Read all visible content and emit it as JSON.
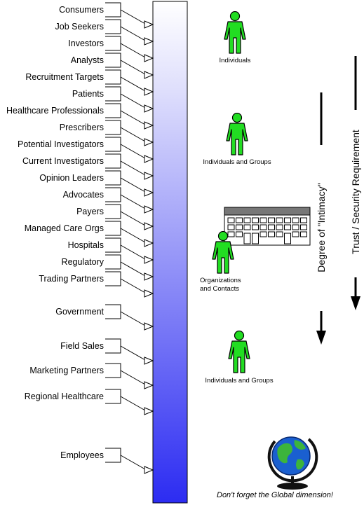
{
  "audience_labels": [
    "Consumers",
    "Job Seekers",
    "Investors",
    "Analysts",
    "Recruitment Targets",
    "Patients",
    "Healthcare Professionals",
    "Prescribers",
    "Potential Investigators",
    "Current Investigators",
    "Opinion Leaders",
    "Advocates",
    "Payers",
    "Managed Care Orgs",
    "Hospitals",
    "Regulatory",
    "Trading Partners",
    "Government",
    "Field Sales",
    "Marketing Partners",
    "Regional Healthcare",
    "Employees"
  ],
  "figures": {
    "individuals": "Individuals",
    "individuals_groups_1": "Individuals and Groups",
    "organizations_line1": "Organizations",
    "organizations_line2": "and Contacts",
    "individuals_groups_2": "Individuals and Groups"
  },
  "axes": {
    "intimacy": "Degree of \"Intimacy\"",
    "trust": "Trust / Security Requirement"
  },
  "caption": "Don't forget the Global dimension!",
  "colors": {
    "bar_top": "#ffffff",
    "bar_bottom": "#2c2cf2",
    "figure_green": "#22dd22",
    "building_roof": "#777777"
  }
}
